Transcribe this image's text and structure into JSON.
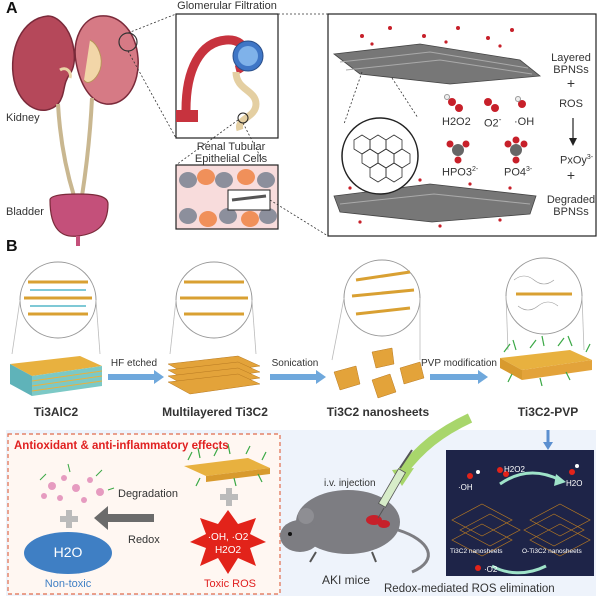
{
  "panel_a": {
    "letter": "A",
    "kidney": "Kidney",
    "bladder": "Bladder",
    "glomerular": "Glomerular Filtration",
    "tubular_line1": "Renal Tubular",
    "tubular_line2": "Epithelial Cells",
    "layered_line1": "Layered",
    "layered_line2": "BPNSs",
    "plus1": "+",
    "ros": "ROS",
    "plus2": "+",
    "degraded_line1": "Degraded",
    "degraded_line2": "BPNSs",
    "pxoy": "PxOy",
    "pxoy_sup": "3-",
    "species": {
      "h2o2": "H2O2",
      "o2": "O2",
      "o2_sup": "-",
      "oh": "·OH",
      "hpo3": "HPO3",
      "hpo3_sup": "2-",
      "po4": "PO4",
      "po4_sup": "3-"
    }
  },
  "panel_b": {
    "letter": "B",
    "steps": {
      "ti3alc2": "Ti3AlC2",
      "multilayered": "Multilayered Ti3C2",
      "nanosheets": "Ti3C2 nanosheets",
      "pvp": "Ti3C2-PVP"
    },
    "arrows": {
      "hf": "HF etched",
      "sonication": "Sonication",
      "pvp_mod": "PVP modification"
    },
    "effects_title": "Antioxidant & anti-inflammatory effects",
    "degradation": "Degradation",
    "redox": "Redox",
    "h2o": "H2O",
    "non_toxic": "Non-toxic",
    "toxic_ros": "Toxic ROS",
    "ros_burst_line1": "·OH, ·O2",
    "ros_burst_line2": "H2O2",
    "iv_injection": "i.v. injection",
    "aki_mice": "AKI mice",
    "redox_elim": "Redox-mediated ROS elimination",
    "inset": {
      "oh": "·OH",
      "h2o2": "H2O2",
      "h2o": "H2O",
      "ti3c2_ns": "Ti3C2 nanosheets",
      "o_ti3c2_ns": "O-Ti3C2 nanosheets",
      "o2": "·O2"
    }
  },
  "colors": {
    "kidney": "#b5485a",
    "bladder": "#c4507a",
    "ros_red": "#d7262b",
    "blue_h2o": "#3f7fc4",
    "title_red": "#e02020",
    "sheet_gold": "#e7a835",
    "inset_dark": "#1e2448"
  }
}
